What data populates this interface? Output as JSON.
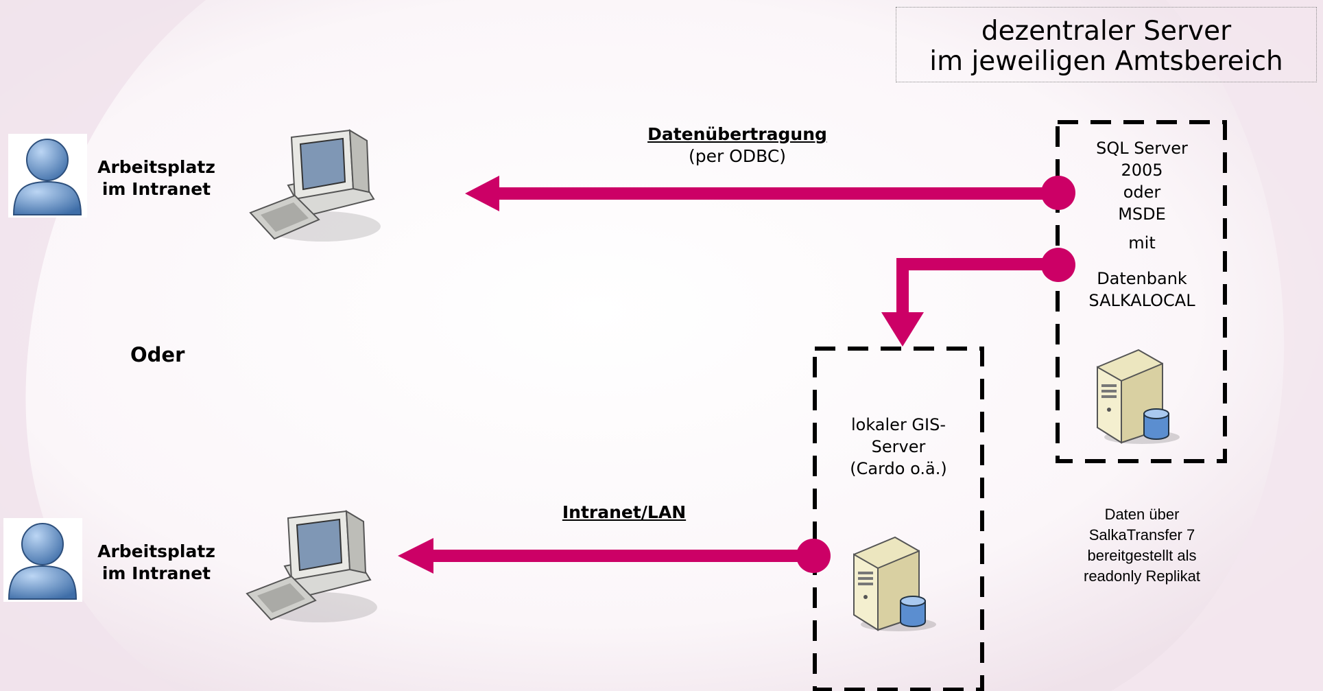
{
  "title": {
    "line1": "dezentraler Server",
    "line2": "im jeweiligen Amtsbereich"
  },
  "workstation_top": {
    "line1": "Arbeitsplatz",
    "line2": "im Intranet"
  },
  "workstation_bottom": {
    "line1": "Arbeitsplatz",
    "line2": "im Intranet"
  },
  "or_label": "Oder",
  "connection_top": {
    "title": "Datenübertragung",
    "subtitle": "(per ODBC)"
  },
  "connection_bottom": {
    "title": "Intranet/LAN"
  },
  "sql_server": {
    "lines": [
      "SQL Server",
      "2005",
      "oder",
      "MSDE",
      "mit",
      "Datenbank",
      "SALKALOCAL"
    ]
  },
  "gis_server": {
    "lines": [
      "lokaler GIS-",
      "Server",
      "(Cardo o.ä.)"
    ]
  },
  "note": {
    "lines": [
      "Daten über",
      "SalkaTransfer 7",
      "bereitgestellt als",
      "readonly Replikat"
    ]
  },
  "colors": {
    "arrow": "#cc0066",
    "dash": "#000000",
    "background": "#f6eef3"
  }
}
